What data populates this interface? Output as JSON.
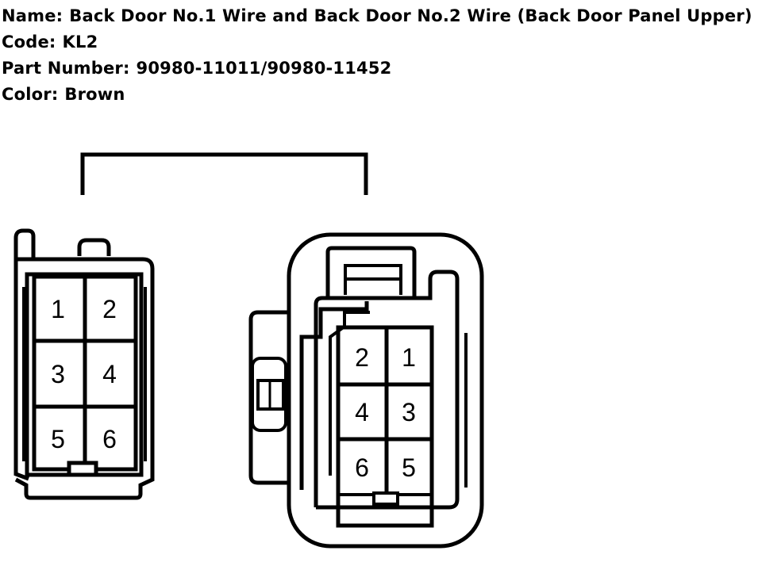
{
  "info": {
    "name_label": "Name:",
    "name_value": "Back Door No.1 Wire and Back Door No.2 Wire (Back Door Panel Upper)",
    "code_label": "Code:",
    "code_value": "KL2",
    "part_label": "Part Number:",
    "part_value": "90980-11011/90980-11452",
    "color_label": "Color:",
    "color_value": "Brown"
  },
  "connectors": {
    "left": {
      "pins": [
        "1",
        "2",
        "3",
        "4",
        "5",
        "6"
      ]
    },
    "right": {
      "pins": [
        "2",
        "1",
        "4",
        "3",
        "6",
        "5"
      ]
    }
  }
}
